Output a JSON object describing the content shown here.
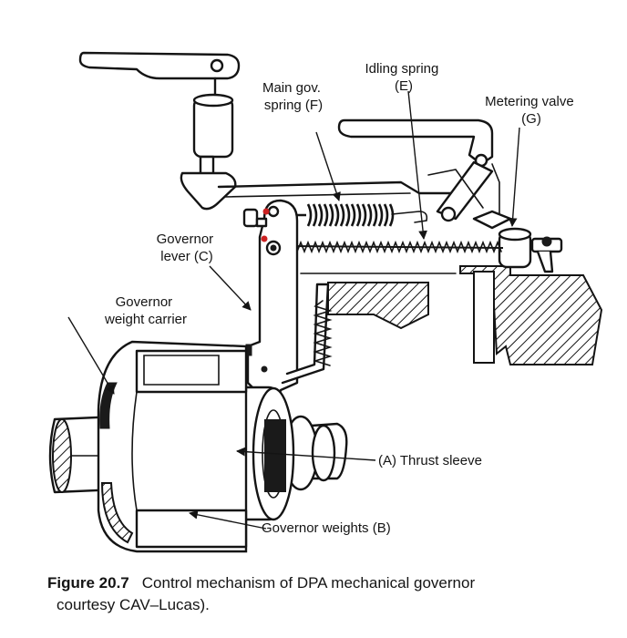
{
  "labels": {
    "idling_spring": [
      "Idling spring",
      "(E)"
    ],
    "main_gov_spring": [
      "Main gov.",
      "spring (F)"
    ],
    "metering_valve": [
      "Metering valve",
      "(G)"
    ],
    "governor_lever": [
      "Governor",
      "lever (C)"
    ],
    "weight_carrier": [
      "Governor",
      "weight carrier"
    ],
    "thrust_sleeve": "(A)  Thrust sleeve",
    "governor_weights": "Governor  weights  (B)"
  },
  "caption": {
    "number": "Figure 20.7",
    "line1": "Control mechanism of DPA mechanical governor",
    "line2": "courtesy CAV–Lucas)."
  },
  "colors": {
    "ink": "#141414",
    "accent_dots": "#cc2222",
    "background": "#ffffff"
  }
}
